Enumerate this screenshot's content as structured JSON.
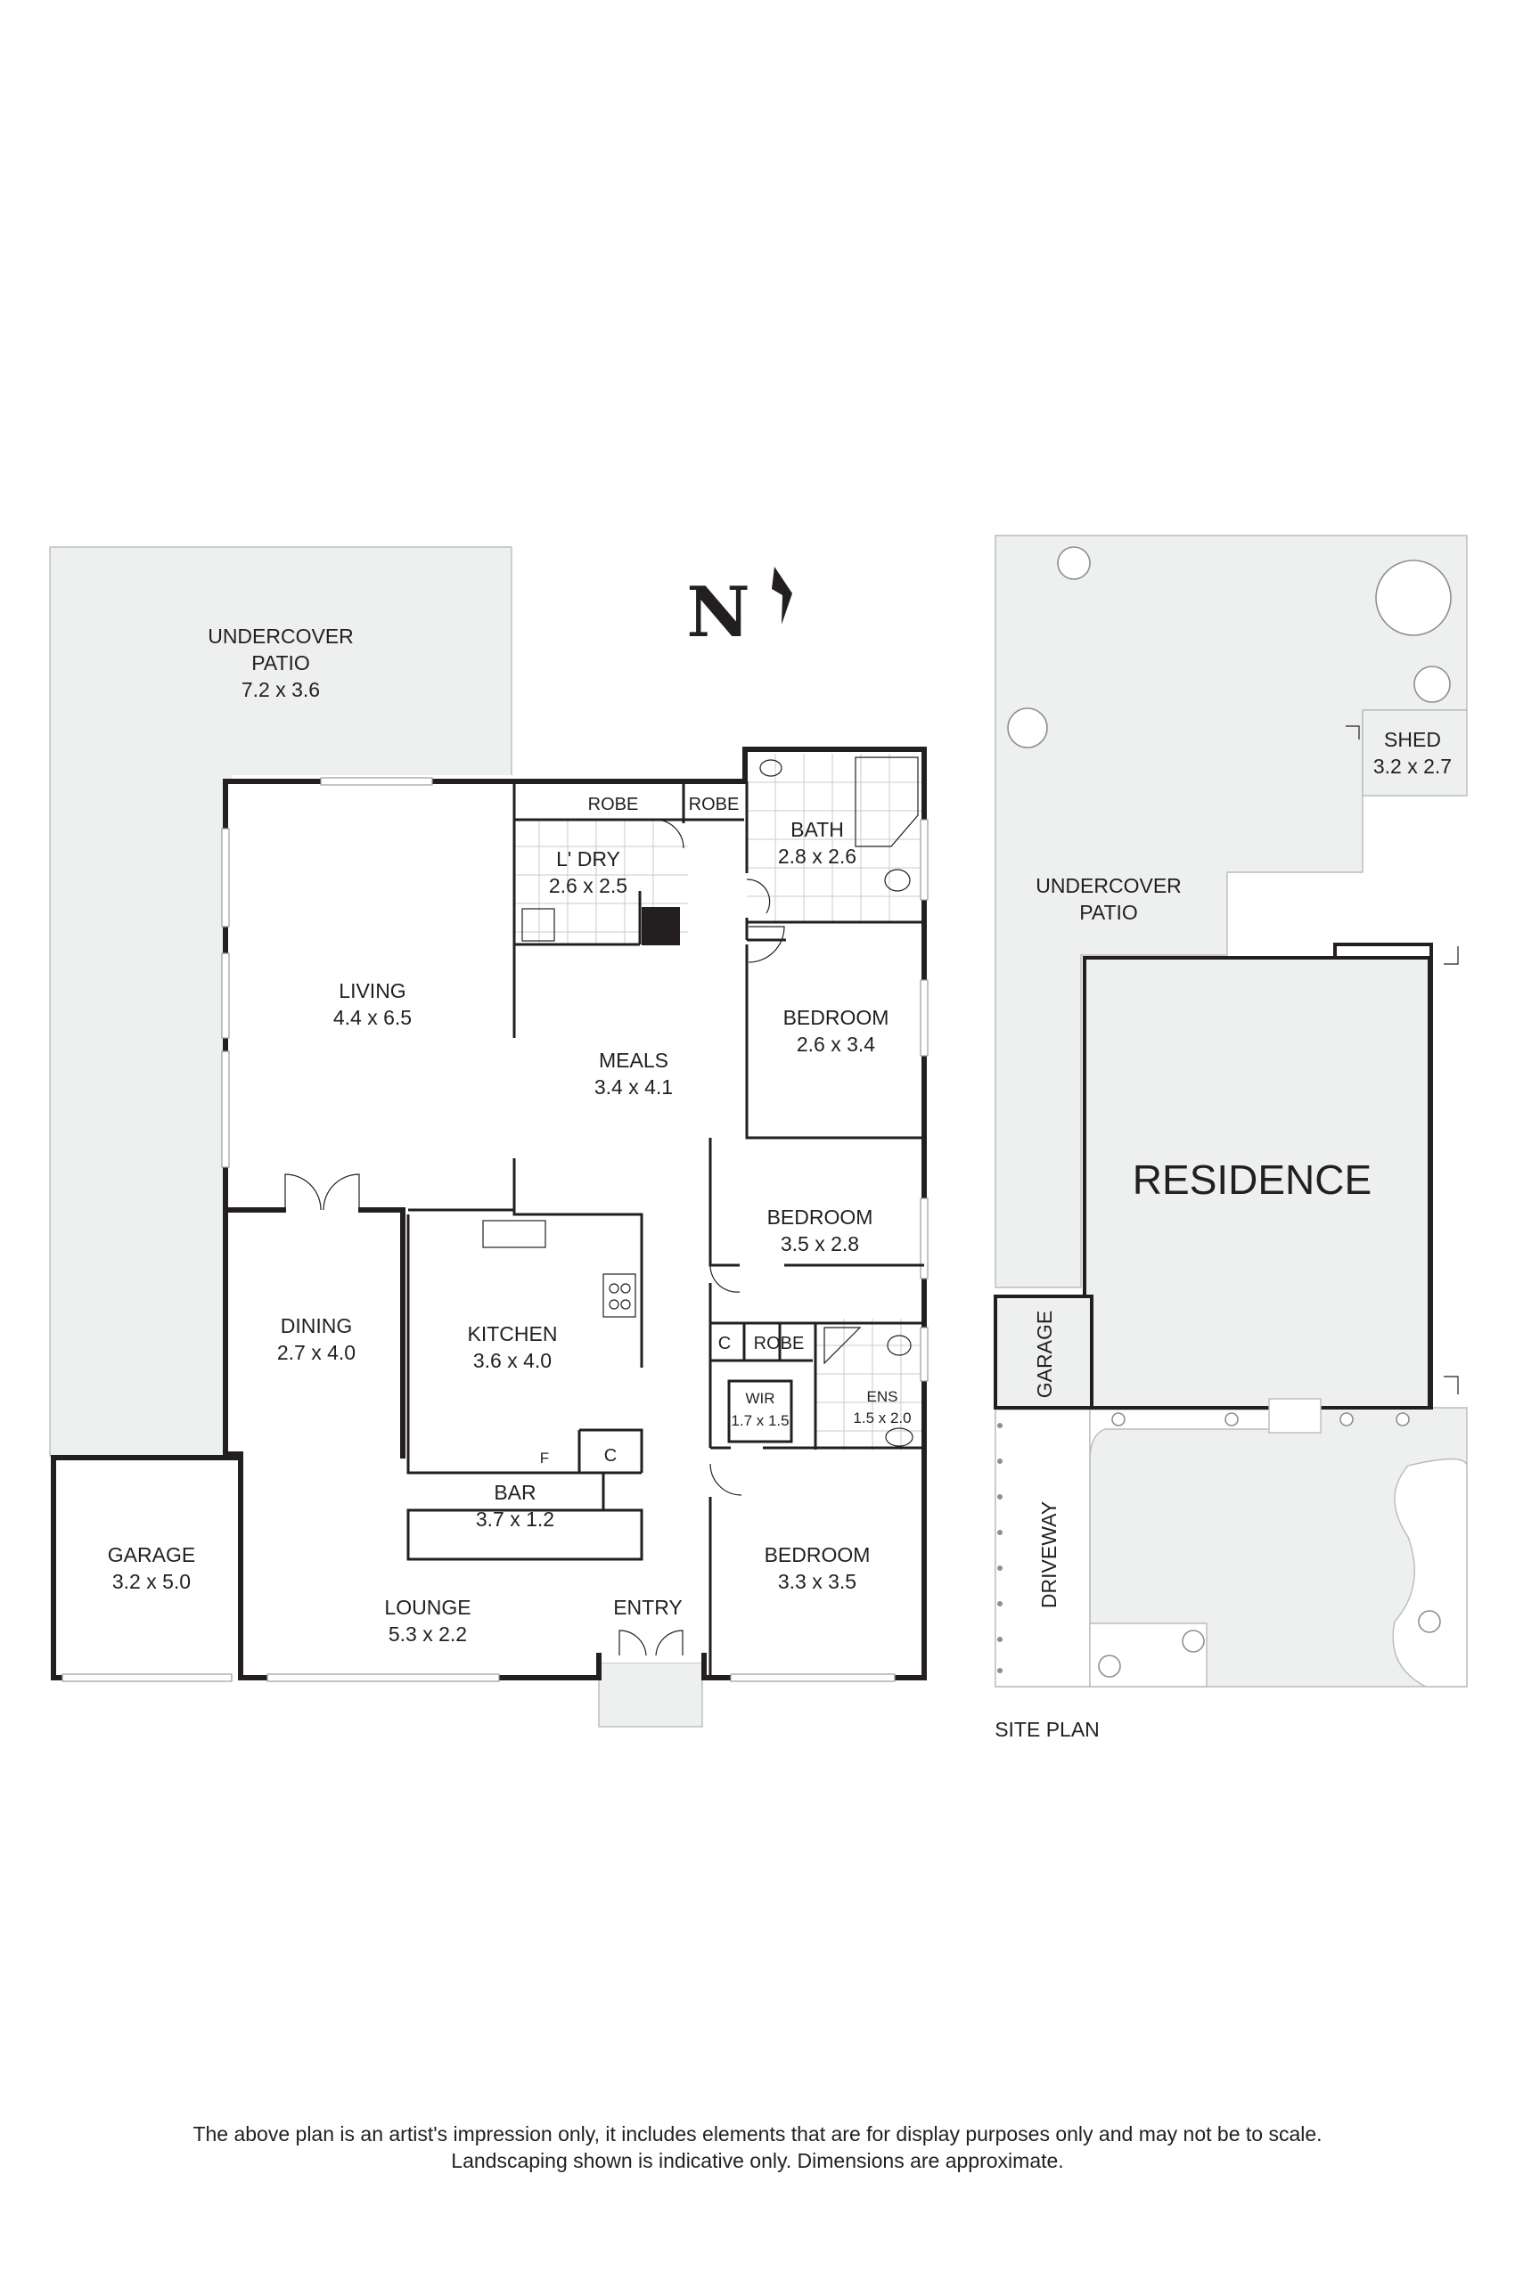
{
  "compass": {
    "label": "N"
  },
  "rooms": {
    "undercover_patio": {
      "name_line1": "UNDERCOVER",
      "name_line2": "PATIO",
      "dims": "7.2 x 3.6"
    },
    "living": {
      "name": "LIVING",
      "dims": "4.4 x 6.5"
    },
    "robe_1": {
      "name": "ROBE"
    },
    "robe_2": {
      "name": "ROBE"
    },
    "laundry": {
      "name": "L' DRY",
      "dims": "2.6 x 2.5"
    },
    "bath": {
      "name": "BATH",
      "dims": "2.8 x 2.6"
    },
    "meals": {
      "name": "MEALS",
      "dims": "3.4 x 4.1"
    },
    "bedroom_1": {
      "name": "BEDROOM",
      "dims": "2.6 x 3.4"
    },
    "bedroom_2": {
      "name": "BEDROOM",
      "dims": "3.5 x 2.8"
    },
    "dining": {
      "name": "DINING",
      "dims": "2.7 x 4.0"
    },
    "kitchen": {
      "name": "KITCHEN",
      "dims": "3.6 x 4.0"
    },
    "fridge": {
      "name": "F"
    },
    "cupboard_kitchen": {
      "name": "C"
    },
    "cupboard_bed": {
      "name": "C"
    },
    "robe_3": {
      "name": "ROBE"
    },
    "wir": {
      "name": "WIR",
      "dims": "1.7 x 1.5"
    },
    "ens": {
      "name": "ENS",
      "dims": "1.5 x 2.0"
    },
    "bar": {
      "name": "BAR",
      "dims": "3.7 x 1.2"
    },
    "garage": {
      "name": "GARAGE",
      "dims": "3.2 x 5.0"
    },
    "lounge": {
      "name": "LOUNGE",
      "dims": "5.3 x 2.2"
    },
    "entry": {
      "name": "ENTRY"
    },
    "bedroom_3": {
      "name": "BEDROOM",
      "dims": "3.3 x 3.5"
    }
  },
  "site_plan": {
    "title": "SITE PLAN",
    "shed": {
      "name": "SHED",
      "dims": "3.2 x 2.7"
    },
    "patio": {
      "name_line1": "UNDERCOVER",
      "name_line2": "PATIO"
    },
    "residence": {
      "name": "RESIDENCE"
    },
    "garage": {
      "name": "GARAGE"
    },
    "driveway": {
      "name": "DRIVEWAY"
    }
  },
  "disclaimer": {
    "line1": "The above plan is an artist's impression only, it includes elements that are for display purposes only and may not be to scale.",
    "line2": "Landscaping shown is indicative only. Dimensions are approximate."
  },
  "colors": {
    "wall": "#231f20",
    "outdoor_fill": "#eeefef",
    "outdoor_stroke": "#b9bbbd",
    "background": "#ffffff"
  }
}
